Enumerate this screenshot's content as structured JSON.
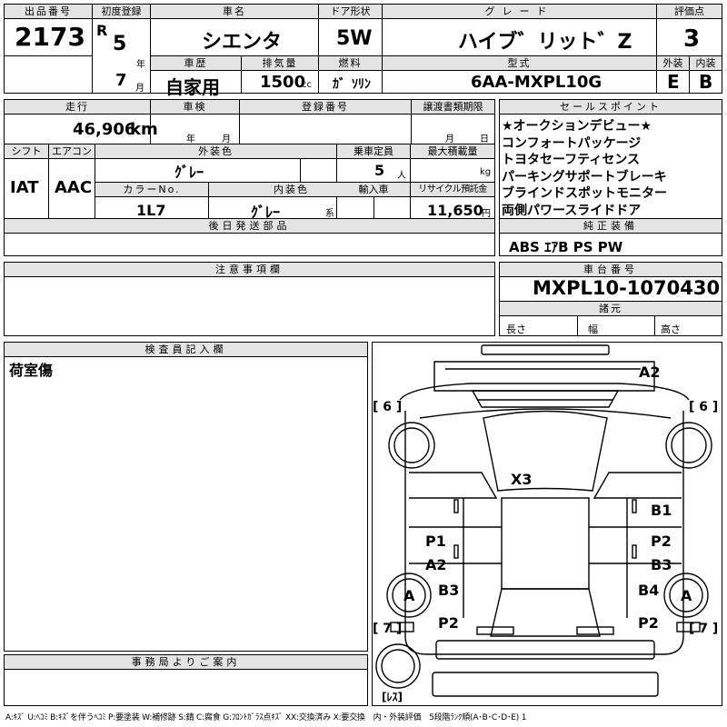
{
  "header": {
    "lot_label": "出品番号",
    "lot_no": "2173",
    "first_reg_label": "初度登録",
    "era": "R",
    "year": "5",
    "year_unit": "年",
    "month": "7",
    "month_unit": "月",
    "model_label": "車名",
    "model": "シエンタ",
    "door_label": "ドア形状",
    "door": "5W",
    "grade_label": "グレード",
    "grade": "ハイブ゛リット゛Z",
    "score_label": "評価点",
    "score": "3",
    "history_label": "車歴",
    "history": "自家用",
    "disp_label": "排気量",
    "disp": "1500",
    "disp_unit": "cc",
    "fuel_label": "燃料",
    "fuel": "ｶ゛ｿﾘﾝ",
    "type_label": "型式",
    "type": "6AA-MXPL10G",
    "ext_grade_label": "外装",
    "ext_grade": "E",
    "int_grade_label": "内装",
    "int_grade": "B"
  },
  "row2": {
    "mileage_label": "走行",
    "mileage": "46,906",
    "mileage_unit": "km",
    "inspection_label": "車検",
    "insp_year": "年",
    "insp_month": "月",
    "regno_label": "登録番号",
    "transfer_label": "譲渡書類期限",
    "transfer_month": "月",
    "transfer_day": "日",
    "shift_label": "シフト",
    "shift": "IAT",
    "ac_label": "エアコン",
    "ac": "AAC",
    "color_label": "外装色",
    "color": "ｸﾞﾚｰ",
    "capacity_label": "乗車定員",
    "capacity": "5",
    "capacity_unit": "人",
    "load_label": "最大積載量",
    "load_unit": "kg",
    "color_no_label": "カラーNo.",
    "color_no": "1L7",
    "int_color_label": "内装色",
    "int_color": "ｸﾞﾚｰ",
    "int_color_unit": "系",
    "import_label": "輸入車",
    "recycle_label": "リサイクル預託金",
    "recycle": "11,650",
    "recycle_unit": "円",
    "parts_label": "後日発送部品"
  },
  "sales_points": {
    "label": "セールスポイント",
    "items": [
      "★オークションデビュー★",
      "コンフォートパッケージ",
      "トヨタセーフティセンス",
      "パーキングサポートブレーキ",
      "ブラインドスポットモニター",
      "両側パワースライドドア"
    ]
  },
  "equipment": {
    "label": "純正装備",
    "value": "ABS ｴｱB PS PW"
  },
  "notes": {
    "label": "注意事項欄"
  },
  "chassis": {
    "label": "車台番号",
    "value": "MXPL10-1070430",
    "spec_label": "諸元",
    "length": "長さ",
    "width": "幅",
    "height": "高さ"
  },
  "inspector": {
    "label": "検査員記入欄",
    "note": "荷室傷"
  },
  "office": {
    "label": "事務局よりご案内"
  },
  "diagram": {
    "tire_fl": "[ 6 ]",
    "tire_fr": "[ 6 ]",
    "tire_rl": "[ 7 ]",
    "tire_rr": "[ 7 ]",
    "spare": "[ﾚｽ]",
    "d_a2_top": "A2",
    "d_x3": "X3",
    "d_b1": "B1",
    "d_p1": "P1",
    "d_p2_r": "P2",
    "d_a2_l": "A2",
    "d_b3_r": "B3",
    "d_a_l": "A",
    "d_a_r": "A",
    "d_b3_l": "B3",
    "d_b4": "B4",
    "d_p2_lb": "P2",
    "d_p2_rb": "P2"
  },
  "legend": "A:ｷｽﾞ U:ﾍｺﾐ B:ｷｽﾞを伴うﾍｺﾐ P:要塗装 W:補修跡 S:錆 C:腐食 G:ﾌﾛﾝﾄｶﾞﾗｽ点ｷｽﾞ XX:交換済み X:要交換　内・外装評価　5段階ﾗﾝｸ順(A･B･C･D･E) 1"
}
